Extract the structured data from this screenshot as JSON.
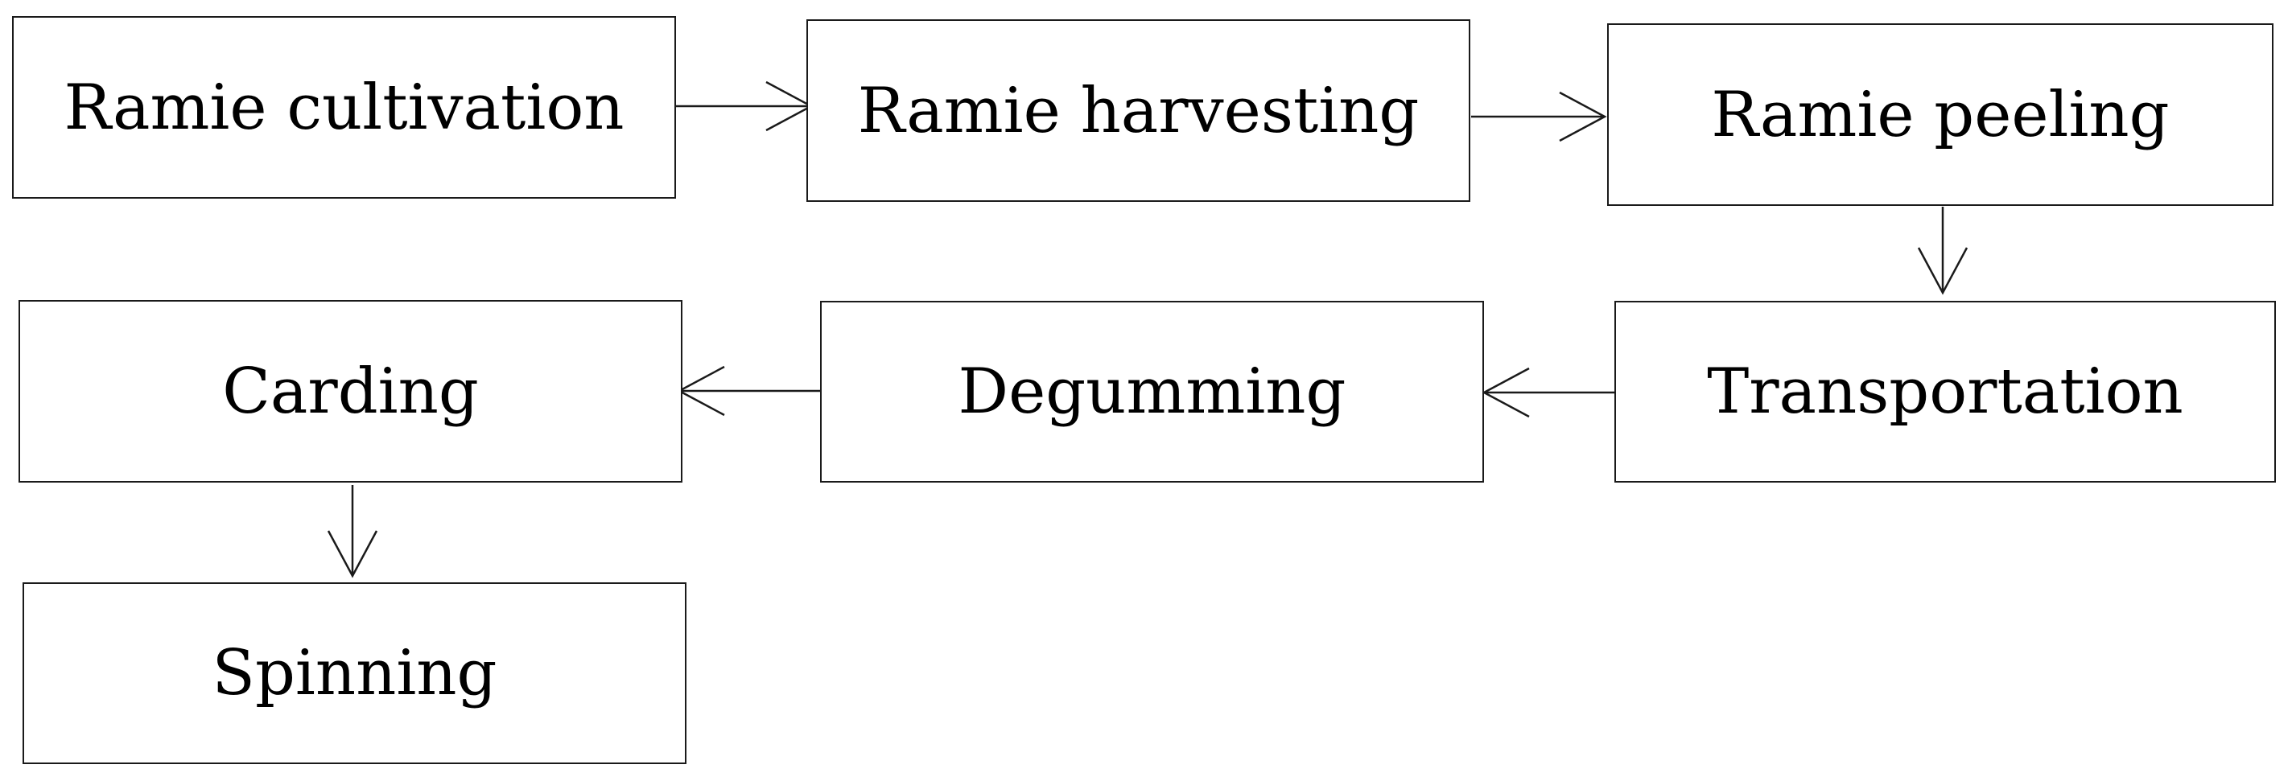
{
  "diagram": {
    "type": "flowchart",
    "nodes": [
      {
        "id": "ramie-cultivation",
        "label": "Ramie cultivation"
      },
      {
        "id": "ramie-harvesting",
        "label": "Ramie harvesting"
      },
      {
        "id": "ramie-peeling",
        "label": "Ramie peeling"
      },
      {
        "id": "transportation",
        "label": "Transportation"
      },
      {
        "id": "degumming",
        "label": "Degumming"
      },
      {
        "id": "carding",
        "label": "Carding"
      },
      {
        "id": "spinning",
        "label": "Spinning"
      }
    ],
    "edges": [
      {
        "from": "ramie-cultivation",
        "to": "ramie-harvesting"
      },
      {
        "from": "ramie-harvesting",
        "to": "ramie-peeling"
      },
      {
        "from": "ramie-peeling",
        "to": "transportation"
      },
      {
        "from": "transportation",
        "to": "degumming"
      },
      {
        "from": "degumming",
        "to": "carding"
      },
      {
        "from": "carding",
        "to": "spinning"
      }
    ],
    "colors": {
      "stroke": "#1a1a1a",
      "text": "#000000",
      "background": "#ffffff"
    }
  }
}
